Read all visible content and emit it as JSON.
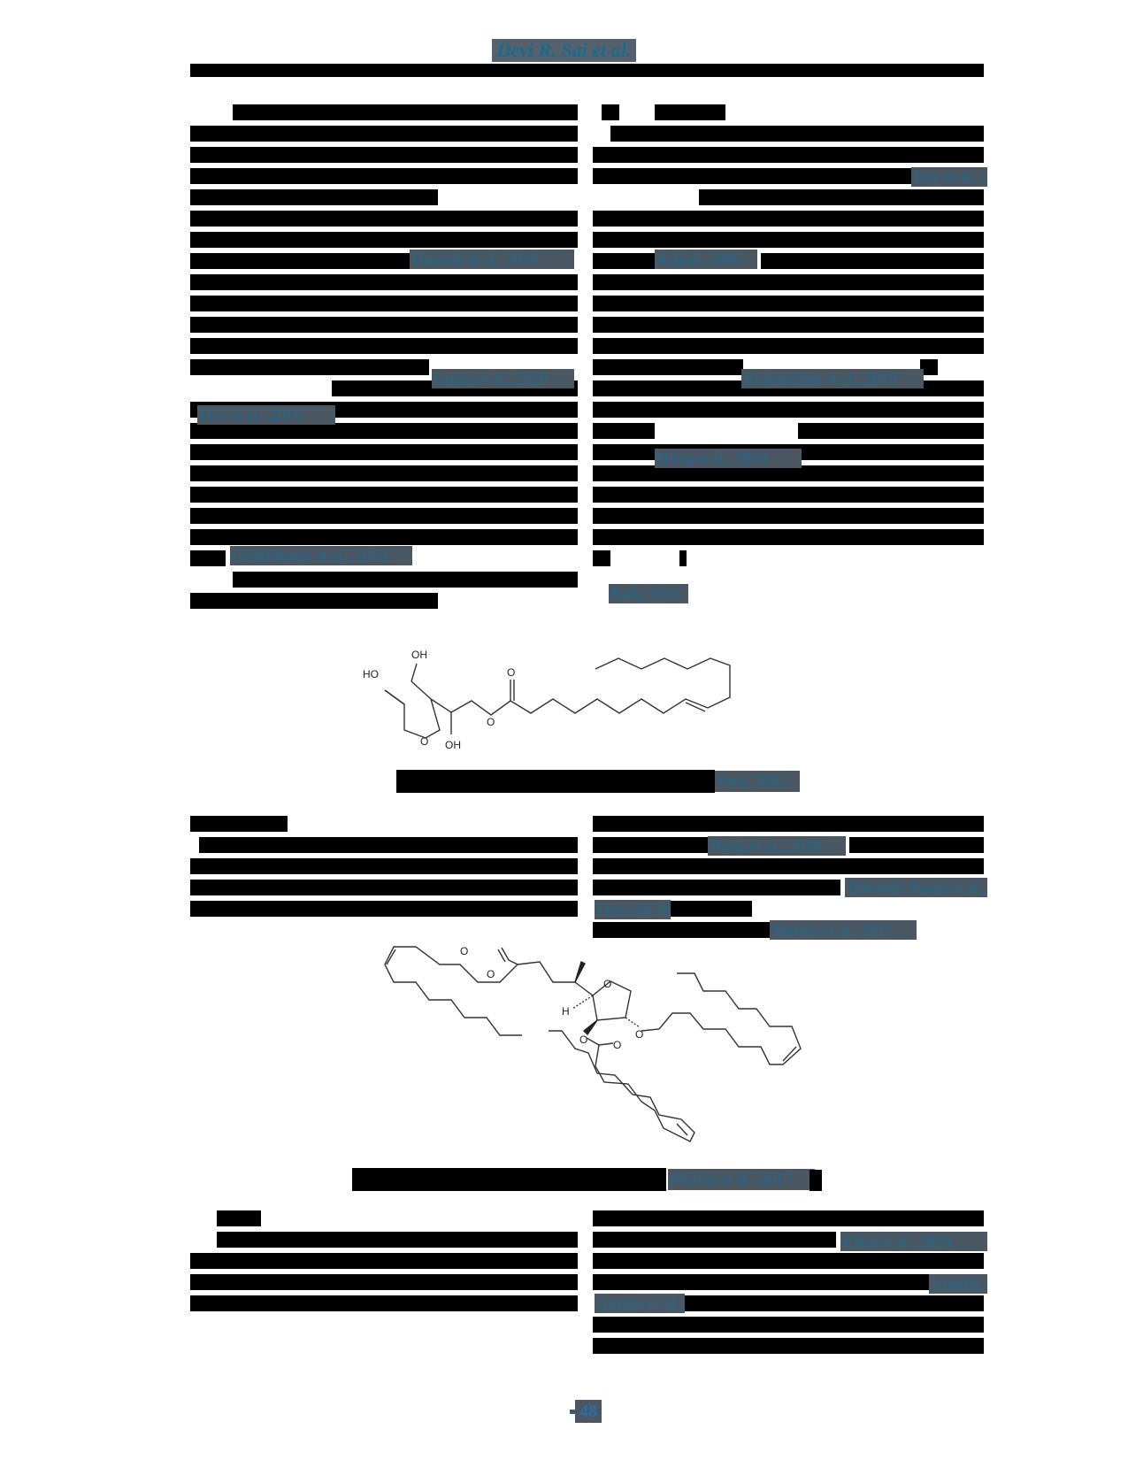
{
  "header": {
    "running_title": "Devi R. Sai et al.",
    "accent_color": "#1e6a8e",
    "rule_color": "#000000"
  },
  "body": {
    "text_redacted": true,
    "left_column_top": {
      "citations": [
        {
          "label": "Hussain et al., 2018"
        },
        {
          "label": "Gupta et al., 2020"
        },
        {
          "label": "Dev et al., 2019"
        },
        {
          "label": "Chakraborty et al., 2019"
        }
      ]
    },
    "right_column_top": {
      "citations": [
        {
          "label": "Bay et al., 2018"
        },
        {
          "label": "Sajjadi, 2006"
        },
        {
          "label": "Kopanichuk et al., 2018"
        },
        {
          "label": "Hong et al., 2018"
        },
        {
          "label": "Park, 2005"
        }
      ]
    },
    "middle_left": {
      "citations": []
    },
    "middle_right": {
      "citations": [
        {
          "label": "Hong et al., 2018"
        },
        {
          "label": "Davoodi-Nasab et al., 2017"
        },
        {
          "label": "Marina et al., 2017"
        }
      ]
    },
    "bottom_right": {
      "citations": [
        {
          "label": "Chen et al., 2018"
        },
        {
          "label": "Amitha et al., 2015"
        }
      ]
    }
  },
  "figures": [
    {
      "id": "figure-1",
      "description": "Chemical structure of sorbitan monooleate (Span 80)",
      "atom_labels": [
        "HO",
        "OH",
        "O",
        "O",
        "O",
        "OH"
      ],
      "caption_citation": "Park, 2005"
    },
    {
      "id": "figure-2",
      "description": "Chemical structure of sorbitan trioleate (Span 85)",
      "atom_labels": [
        "O",
        "O",
        "O",
        "O",
        "O",
        "O",
        "H"
      ],
      "caption_citation": "Marina et al., 2017"
    }
  ],
  "footer": {
    "page_number": "48"
  }
}
